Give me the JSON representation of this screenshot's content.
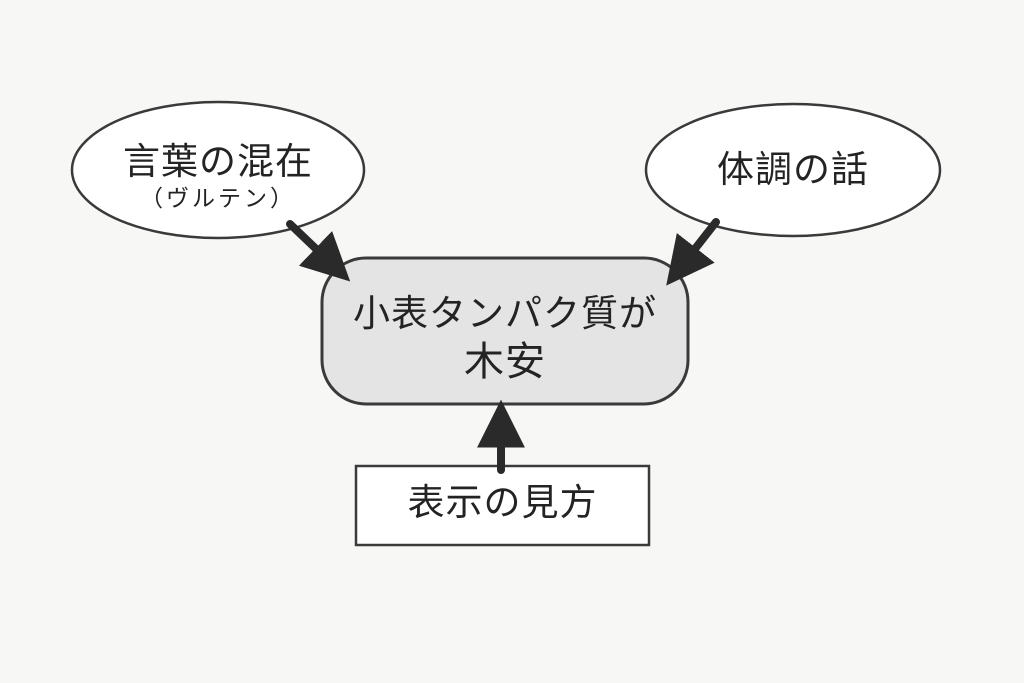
{
  "nodes": {
    "left_ellipse": {
      "title": "言葉の混在",
      "subtitle": "（ヴルテン）"
    },
    "right_ellipse": {
      "title": "体調の話"
    },
    "center_box": {
      "line1": "小表タンパク質が",
      "line2": "木安"
    },
    "bottom_box": {
      "title": "表示の見方"
    }
  },
  "colors": {
    "background": "#f7f7f5",
    "stroke": "#333333",
    "center_fill": "#e4e4e4",
    "node_fill": "#ffffff"
  }
}
